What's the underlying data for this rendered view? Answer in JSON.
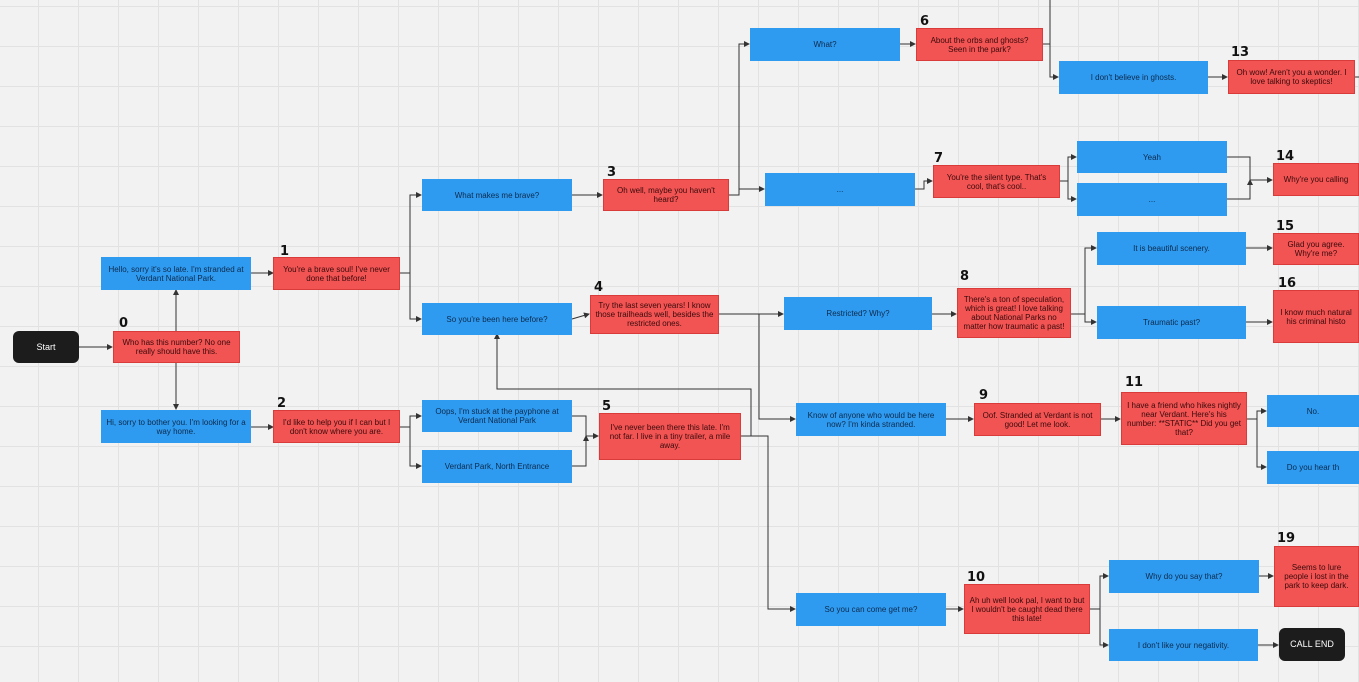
{
  "nodes": {
    "start": "Start",
    "n0": "Who has this number? No one really should have this.",
    "b_hello": "Hello, sorry it's so late. I'm stranded at Verdant National Park.",
    "b_hi": "Hi, sorry to bother you. I'm looking for a way home.",
    "n1": "You're a brave soul! I've never done that before!",
    "n2": "I'd like to help you if I can but I don't know where you are.",
    "b_brave": "What makes me brave?",
    "b_been": "So you're been here before?",
    "b_oops": "Oops, I'm stuck at the payphone at Verdant National Park",
    "b_north": "Verdant Park, North Entrance",
    "n3": "Oh well, maybe you haven't heard?",
    "n4": "Try the last seven years! I know those trailheads well, besides the restricted ones.",
    "n5": "I've never been there this late. I'm not far. I live in a tiny trailer, a mile away.",
    "b_what": "What?",
    "b_dots1": "...",
    "b_restricted": "Restricted? Why?",
    "b_know": "Know of anyone who would be here now? I'm kinda stranded.",
    "b_come": "So you can come get me?",
    "n6": "About the orbs and ghosts? Seen in the park?",
    "n7": "You're the silent type. That's cool, that's cool..",
    "n8": "There's a ton of speculation, which is great! I love talking about National Parks no matter how traumatic a past!",
    "n9": "Oof. Stranded at Verdant is not good! Let me look.",
    "n10": "Ah uh well look pal, I want to but I wouldn't be caught dead there this late!",
    "b_ghosts": "I don't believe in ghosts.",
    "b_yeah": "Yeah",
    "b_dots2": "...",
    "b_scenery": "It is beautiful scenery.",
    "b_trauma": "Traumatic past?",
    "n11": "I have a friend who hikes nightly near Verdant. Here's his number: **STATIC** Did you get that?",
    "b_why": "Why do you say that?",
    "b_negativity": "I don't like your negativity.",
    "n13": "Oh wow! Aren't you a wonder. I love talking to skeptics!",
    "n14": "Why're you calling",
    "n15": "Glad you agree. Why're me?",
    "n16": "I know much natural his criminal histo",
    "b_no": "No.",
    "b_hear": "Do you hear th",
    "n19": "Seems to lure people i lost in the park to keep dark.",
    "call_end": "CALL END"
  },
  "numbers": {
    "n0": "0",
    "n1": "1",
    "n2": "2",
    "n3": "3",
    "n4": "4",
    "n5": "5",
    "n6": "6",
    "n7": "7",
    "n8": "8",
    "n9": "9",
    "n10": "10",
    "n11": "11",
    "n13": "13",
    "n14": "14",
    "n15": "15",
    "n16": "16",
    "n19": "19"
  },
  "colors": {
    "player_choice": "#2f9bf0",
    "caller_reply": "#f25454",
    "terminal": "#1c1c1c",
    "connector": "#333333"
  }
}
